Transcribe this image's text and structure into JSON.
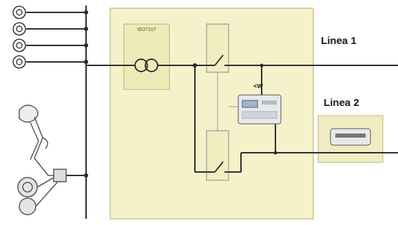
{
  "diagram": {
    "nodes": [
      {
        "text": [
          "ISO7107"
        ]
      }
    ],
    "labels": [
      "Linea 1",
      "Linea 2",
      "<W"
    ]
  }
}
